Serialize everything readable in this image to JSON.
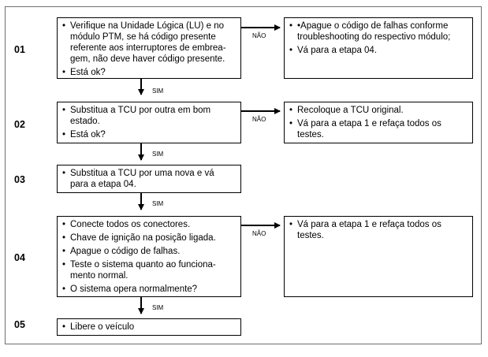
{
  "steps": [
    {
      "number": "01",
      "main_lines": [
        [
          "Verifique na Unidade Lógica (LU) e no",
          "módulo PTM, se há código presente",
          "referente aos interruptores de embrea-",
          "gem, não deve haver código presente."
        ],
        [
          "Está ok?"
        ]
      ],
      "nao_lines": [
        [
          "•Apague o código de falhas conforme",
          "troubleshooting do respectivo módulo;"
        ],
        [
          "Vá para a etapa 04."
        ]
      ]
    },
    {
      "number": "02",
      "main_lines": [
        [
          "Substitua a TCU por outra em bom",
          "estado."
        ],
        [
          "Está ok?"
        ]
      ],
      "nao_lines": [
        [
          "Recoloque a TCU original."
        ],
        [
          "Vá para a etapa 1 e refaça todos os",
          "testes."
        ]
      ]
    },
    {
      "number": "03",
      "main_lines": [
        [
          "Substitua a TCU por uma nova e vá",
          "para a etapa 04."
        ]
      ]
    },
    {
      "number": "04",
      "main_lines": [
        [
          "Conecte todos os conectores."
        ],
        [
          "Chave de ignição na posição ligada."
        ],
        [
          "Apague o código de falhas."
        ],
        [
          "Teste o sistema quanto ao funciona-",
          "mento normal."
        ],
        [
          "O sistema opera normalmente?"
        ]
      ],
      "nao_lines": [
        [
          "Vá para a etapa 1 e refaça todos os",
          "testes."
        ]
      ]
    },
    {
      "number": "05",
      "main_lines": [
        [
          "Libere o veículo"
        ]
      ]
    }
  ],
  "labels": {
    "sim": "SIM",
    "nao": "NÃO",
    "bullet": "•"
  }
}
